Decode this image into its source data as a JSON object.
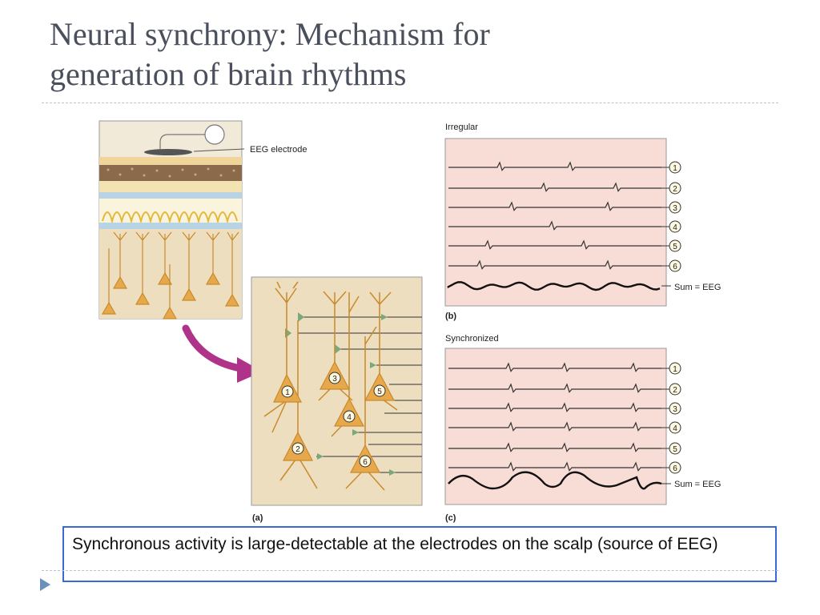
{
  "slide": {
    "title_line1": "Neural synchrony: Mechanism for",
    "title_line2": "generation of brain rhythms",
    "note": "Synchronous activity is large-detectable at the electrodes on the scalp (source of EEG)"
  },
  "figure": {
    "electrode_label": "EEG electrode",
    "panel_a_label": "(a)",
    "panel_b": {
      "heading": "Irregular",
      "label": "(b)",
      "sum_label": "Sum = EEG"
    },
    "panel_c": {
      "heading": "Synchronized",
      "label": "(c)",
      "sum_label": "Sum = EEG"
    },
    "channels": [
      "1",
      "2",
      "3",
      "4",
      "5",
      "6"
    ],
    "neuron_numbers": [
      "1",
      "2",
      "3",
      "4",
      "5",
      "6"
    ]
  },
  "colors": {
    "title": "#4a4f5c",
    "trace_bg": "#f8dcd6",
    "tissue_bg": "#eedec0",
    "neuron": "#e6a84a",
    "arrow": "#b0338a",
    "note_border": "#3c67d6",
    "bullet": "#6b91ba"
  }
}
